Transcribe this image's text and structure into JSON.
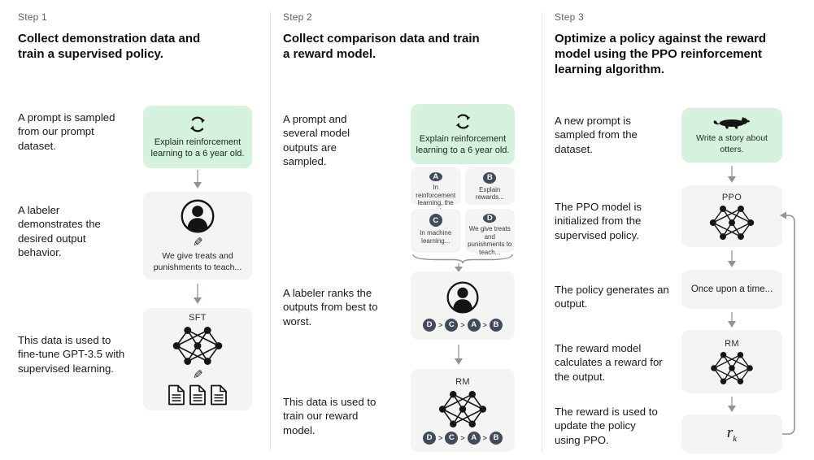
{
  "colors": {
    "green": "#d5f2de",
    "badge": "#414b5b",
    "card": "#f4f4f3",
    "arrow": "#8e949c"
  },
  "icons": {
    "pencil_glyph": "✎"
  },
  "step1": {
    "label": "Step 1",
    "heading": "Collect demonstration data and train a supervised policy.",
    "captions": {
      "prompt": "A prompt is sampled from our prompt dataset.",
      "labeler": "A labeler demonstrates the desired output behavior.",
      "finetune": "This data is used to fine-tune GPT-3.5 with supervised learning."
    },
    "prompt_box": {
      "text": "Explain reinforcement learning to a 6 year old."
    },
    "labeler_box": {
      "text": "We give treats and punishments to teach..."
    },
    "sft_box": {
      "title": "SFT"
    }
  },
  "step2": {
    "label": "Step 2",
    "heading": "Collect comparison data and train a reward model.",
    "captions": {
      "sampled": "A prompt and several model outputs are sampled.",
      "ranks": "A labeler ranks the outputs from best to worst.",
      "train": "This data is used to train our reward model."
    },
    "prompt_box": {
      "text": "Explain reinforcement learning to a 6 year old."
    },
    "outputs": [
      {
        "badge": "A",
        "text": "In reinforcement learning, the agent is..."
      },
      {
        "badge": "B",
        "text": "Explain rewards..."
      },
      {
        "badge": "C",
        "text": "In machine learning..."
      },
      {
        "badge": "D",
        "text": "We give treats and punishments to teach..."
      }
    ],
    "ranking": {
      "order": [
        "D",
        "C",
        "A",
        "B"
      ],
      "separator": ">"
    },
    "rm_box": {
      "title": "RM"
    }
  },
  "step3": {
    "label": "Step 3",
    "heading": "Optimize a policy against the reward model using the PPO reinforcement learning algorithm.",
    "captions": {
      "new_prompt": "A new prompt is sampled from the dataset.",
      "init": "The PPO model is initialized from the supervised policy.",
      "generates": "The policy generates an output.",
      "calculates": "The reward model calculates a reward for the output.",
      "update": "The reward is used to update the policy using PPO."
    },
    "prompt_box": {
      "text": "Write a story about otters."
    },
    "ppo_box": {
      "title": "PPO"
    },
    "output_box": {
      "text": "Once upon a time..."
    },
    "rm_box": {
      "title": "RM"
    },
    "reward_box": {
      "base": "r",
      "subscript": "k"
    }
  }
}
